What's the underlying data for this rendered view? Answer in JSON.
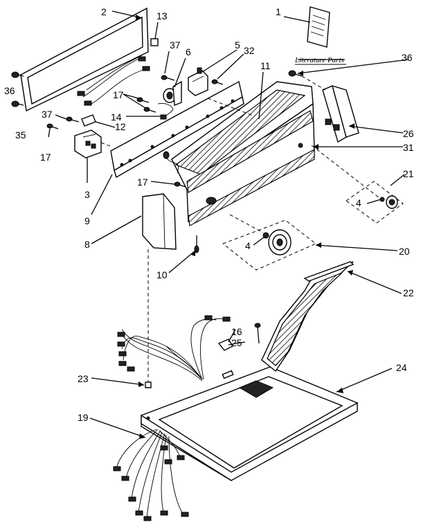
{
  "literature_caption": "Literature Parts",
  "callouts": [
    {
      "id": "c1",
      "text": "1"
    },
    {
      "id": "c2",
      "text": "2"
    },
    {
      "id": "c13",
      "text": "13"
    },
    {
      "id": "c37a",
      "text": "37"
    },
    {
      "id": "c6",
      "text": "6"
    },
    {
      "id": "c5",
      "text": "5"
    },
    {
      "id": "c32",
      "text": "32"
    },
    {
      "id": "c36a",
      "text": "36"
    },
    {
      "id": "c11",
      "text": "11"
    },
    {
      "id": "c36b",
      "text": "36"
    },
    {
      "id": "c35",
      "text": "35"
    },
    {
      "id": "c17a",
      "text": "17"
    },
    {
      "id": "c14",
      "text": "14"
    },
    {
      "id": "c37b",
      "text": "37"
    },
    {
      "id": "c12",
      "text": "12"
    },
    {
      "id": "c17b",
      "text": "17"
    },
    {
      "id": "c3",
      "text": "3"
    },
    {
      "id": "c26",
      "text": "26"
    },
    {
      "id": "c31",
      "text": "31"
    },
    {
      "id": "c21",
      "text": "21"
    },
    {
      "id": "c17c",
      "text": "17"
    },
    {
      "id": "c4a",
      "text": "4"
    },
    {
      "id": "c9",
      "text": "9"
    },
    {
      "id": "c8",
      "text": "8"
    },
    {
      "id": "c4b",
      "text": "4"
    },
    {
      "id": "c20",
      "text": "20"
    },
    {
      "id": "c10",
      "text": "10"
    },
    {
      "id": "c22",
      "text": "22"
    },
    {
      "id": "c16",
      "text": "16"
    },
    {
      "id": "c25",
      "text": "25"
    },
    {
      "id": "c24",
      "text": "24"
    },
    {
      "id": "c23",
      "text": "23"
    },
    {
      "id": "c19",
      "text": "19"
    }
  ]
}
